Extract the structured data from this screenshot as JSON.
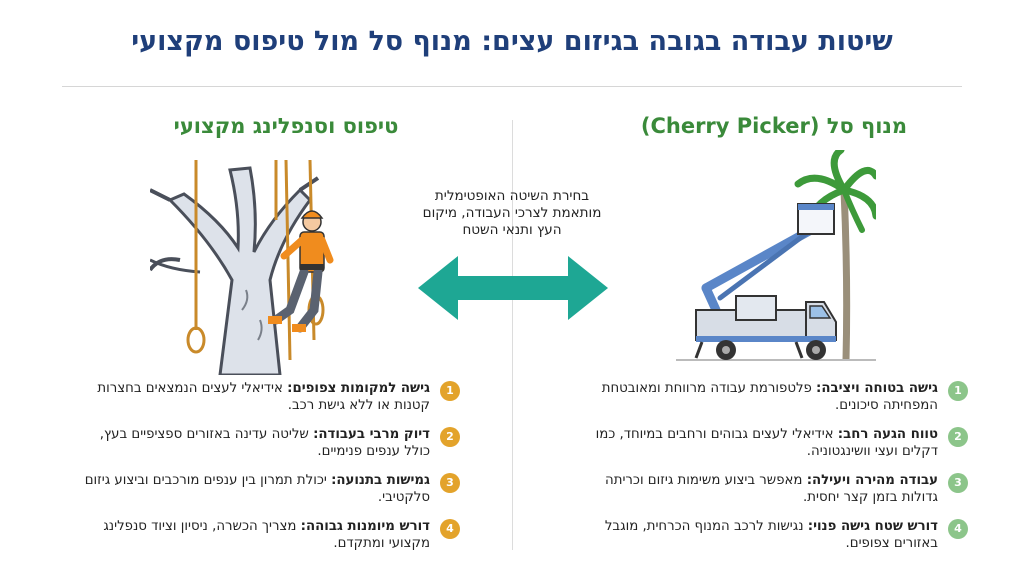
{
  "title": "שיטות עבודה בגובה בגיזום עצים: מנוף סל מול טיפוס מקצועי",
  "center_text": "בחירת השיטה האופטימלית מותאמת לצרכי העבודה, מיקום העץ ותנאי השטח",
  "colors": {
    "title": "#1f3f7a",
    "heading": "#3a8a3a",
    "arrow": "#1ea794",
    "badge_right": "#8cc58a",
    "badge_left": "#e3a32b",
    "truck": "#5a86c8",
    "climber": "#f08c1e"
  },
  "right_column": {
    "heading": "מנוף סל (Cherry Picker)",
    "illustration_icon": "bucket-truck-icon",
    "items": [
      {
        "num": "1",
        "bold": "גישה בטוחה ויציבה:",
        "text": " פלטפורמת עבודה מרווחת ומאובטחת המפחיתה סיכונים."
      },
      {
        "num": "2",
        "bold": "טווח הגעה רחב:",
        "text": " אידיאלי לעצים גבוהים ורחבים במיוחד, כמו דקלים ועצי וושינגטוניה."
      },
      {
        "num": "3",
        "bold": "עבודה מהירה ויעילה:",
        "text": " מאפשר ביצוע משימות גיזום וכריתה גדולות בזמן קצר יחסית."
      },
      {
        "num": "4",
        "bold": "דורש שטח גישה פנוי:",
        "text": " נגישות לרכב המנוף הכרחית, מוגבל באזורים צפופים."
      }
    ]
  },
  "left_column": {
    "heading": "טיפוס וסנפלינג מקצועי",
    "illustration_icon": "tree-climber-icon",
    "items": [
      {
        "num": "1",
        "bold": "גישה למקומות צפופים:",
        "text": " אידיאלי לעצים הנמצאים בחצרות קטנות או ללא גישת רכב."
      },
      {
        "num": "2",
        "bold": "דיוק מרבי בעבודה:",
        "text": " שליטה עדינה באזורים ספציפיים בעץ, כולל ענפים פנימיים."
      },
      {
        "num": "3",
        "bold": "גמישות בתנועה:",
        "text": " יכולת תמרון בין ענפים מורכבים וביצוע גיזום סלקטיבי."
      },
      {
        "num": "4",
        "bold": "דורש מיומנות גבוהה:",
        "text": " מצריך הכשרה, ניסיון וציוד סנפלינג מקצועי ומתקדם."
      }
    ]
  }
}
